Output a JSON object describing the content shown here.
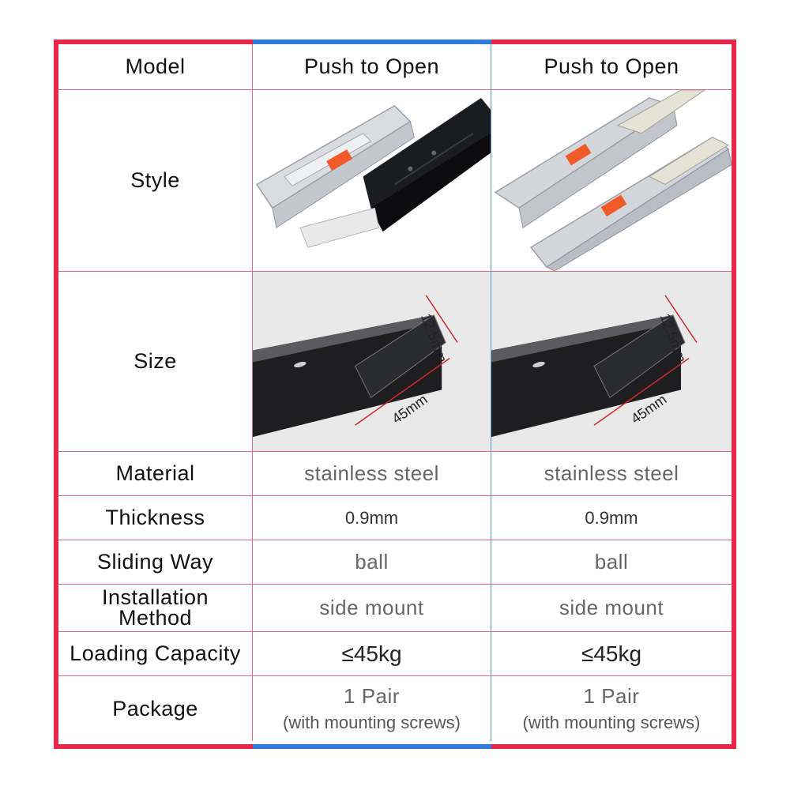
{
  "table": {
    "header": {
      "model": "Model",
      "col1": "Push to Open",
      "col2": "Push to Open"
    },
    "rows": {
      "style": {
        "label": "Style"
      },
      "size": {
        "label": "Size",
        "dim_height": "12.5mm",
        "dim_width": "45mm"
      },
      "material": {
        "label": "Material",
        "col1": "stainless steel",
        "col2": "stainless steel"
      },
      "thickness": {
        "label": "Thickness",
        "col1": "0.9mm",
        "col2": "0.9mm"
      },
      "sliding": {
        "label": "Sliding Way",
        "col1": "ball",
        "col2": "ball"
      },
      "install": {
        "label_line1": "Installation",
        "label_line2": "Method",
        "col1": "side mount",
        "col2": "side mount"
      },
      "loading": {
        "label": "Loading Capacity",
        "col1": "≤45kg",
        "col2": "≤45kg"
      },
      "package": {
        "label": "Package",
        "col1_line1": "1 Pair",
        "col1_line2": "(with mounting screws)",
        "col2_line1": "1 Pair",
        "col2_line2": "(with mounting screws)"
      }
    }
  },
  "colors": {
    "frame_red": "#e8264a",
    "frame_blue": "#2f7bd8"
  },
  "images": {
    "style_col1": "black-and-silver-drawer-slide-photo",
    "style_col2": "silver-drawer-slides-photo",
    "size_col1": "slide-cross-section-photo",
    "size_col2": "slide-cross-section-photo"
  }
}
